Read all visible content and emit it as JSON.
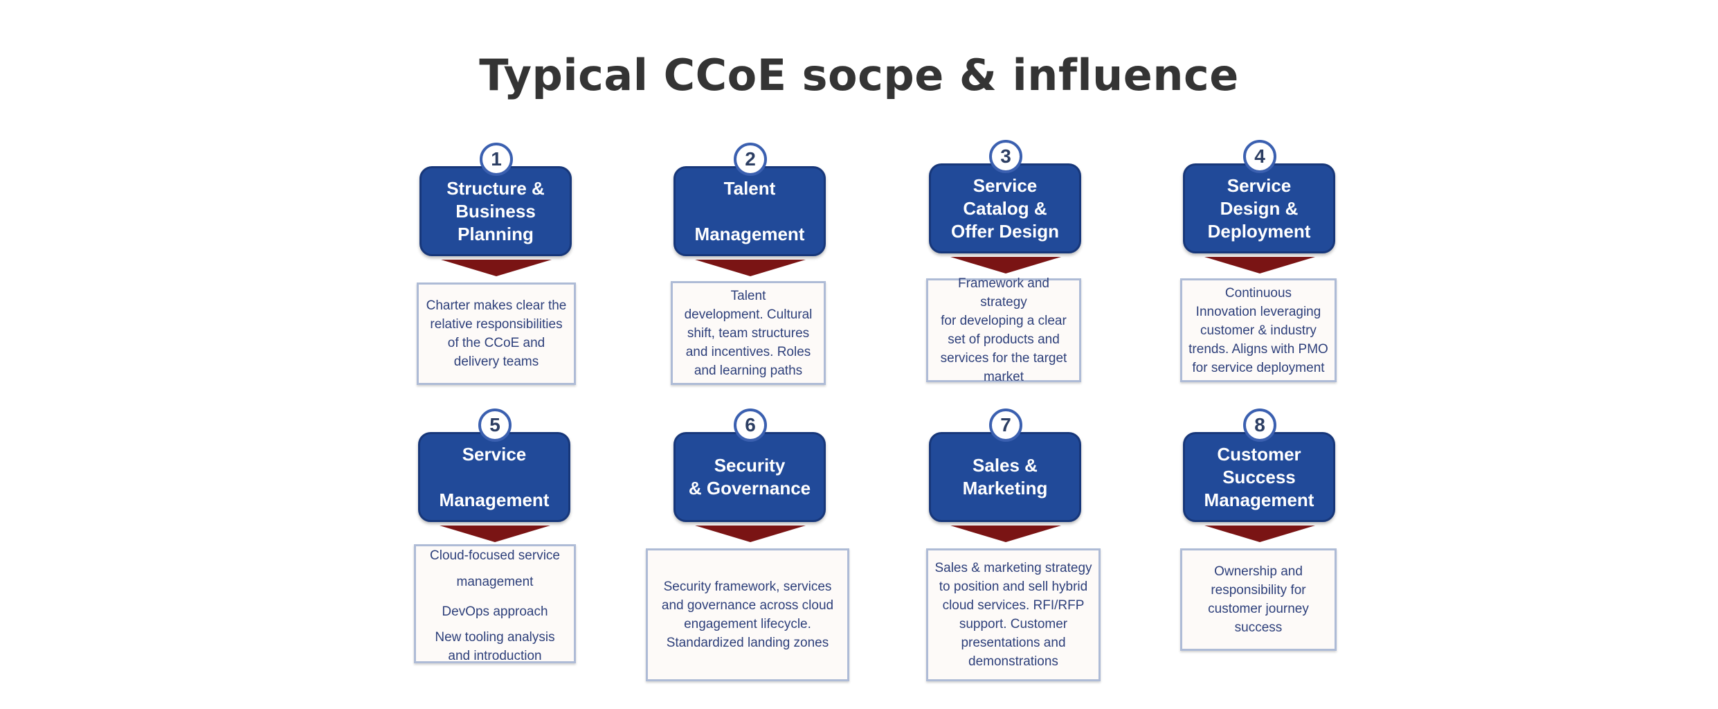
{
  "title": "Typical CCoE socpe & influence",
  "cards": [
    {
      "number": "1",
      "heading": "Structure &\nBusiness\nPlanning",
      "description": [
        "Charter makes clear the\nrelative responsibilities\nof the CCoE and\ndelivery teams"
      ]
    },
    {
      "number": "2",
      "heading": "Talent\n\nManagement",
      "description": [
        "Talent\ndevelopment. Cultural\nshift, team structures\nand incentives. Roles\nand learning paths"
      ]
    },
    {
      "number": "3",
      "heading": "Service\nCatalog &\nOffer Design",
      "description": [
        "Framework and strategy\nfor developing a clear\nset of products and\nservices for the target\nmarket"
      ]
    },
    {
      "number": "4",
      "heading": "Service\nDesign &\nDeployment",
      "description": [
        "Continuous\nInnovation leveraging\ncustomer & industry\ntrends. Aligns with PMO\nfor service deployment"
      ]
    },
    {
      "number": "5",
      "heading": "Service\n\nManagement",
      "description": [
        "Cloud-focused service\nmanagement",
        "DevOps approach",
        "New tooling analysis\nand introduction"
      ]
    },
    {
      "number": "6",
      "heading": "Security\n& Governance",
      "description": [
        "Security framework, services\nand governance across cloud\nengagement lifecycle.\nStandardized landing zones"
      ]
    },
    {
      "number": "7",
      "heading": "Sales &\nMarketing",
      "description": [
        "Sales & marketing strategy\nto position and sell hybrid\ncloud services. RFI/RFP\nsupport. Customer\npresentations and\ndemonstrations"
      ]
    },
    {
      "number": "8",
      "heading": "Customer\nSuccess\nManagement",
      "description": [
        "Ownership and\nresponsibility for\ncustomer journey\nsuccess"
      ]
    }
  ],
  "colors": {
    "header_fill": "#214a99",
    "arrow_fill": "#7a1414",
    "desc_text": "#2d3f7a",
    "title_text": "#343434"
  }
}
